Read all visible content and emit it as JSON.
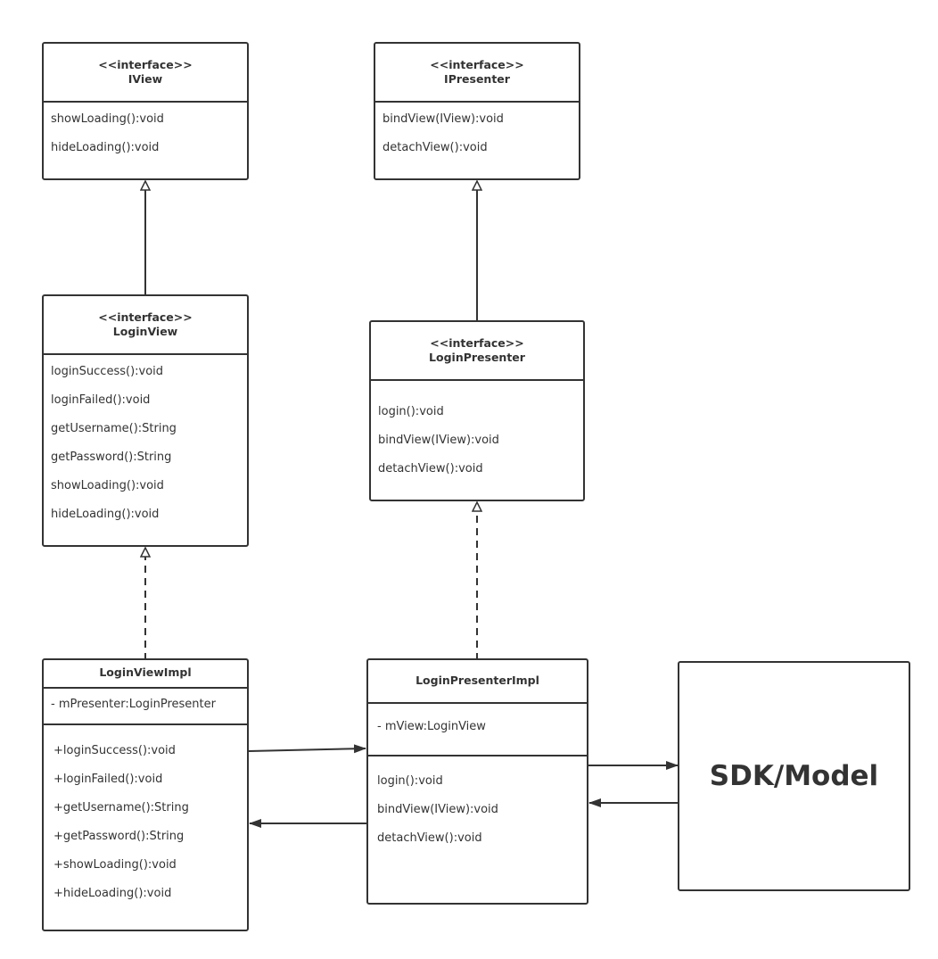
{
  "diagram": {
    "classes": [
      {
        "id": "iview",
        "stereotype": "<<interface>>",
        "name": "IView",
        "attributes": [],
        "methods": [
          "showLoading():void",
          "hideLoading():void"
        ]
      },
      {
        "id": "ipresenter",
        "stereotype": "<<interface>>",
        "name": "IPresenter",
        "attributes": [],
        "methods": [
          "bindView(IView):void",
          "detachView():void"
        ]
      },
      {
        "id": "loginview",
        "stereotype": "<<interface>>",
        "name": "LoginView",
        "attributes": [],
        "methods": [
          "loginSuccess():void",
          "loginFailed():void",
          "getUsername():String",
          "getPassword():String",
          "showLoading():void",
          "hideLoading():void"
        ]
      },
      {
        "id": "loginpresenter",
        "stereotype": "<<interface>>",
        "name": "LoginPresenter",
        "attributes": [],
        "methods": [
          "login():void",
          "bindView(IView):void",
          "detachView():void"
        ]
      },
      {
        "id": "loginviewimpl",
        "stereotype": "",
        "name": "LoginViewImpl",
        "attributes": [
          "- mPresenter:LoginPresenter"
        ],
        "methods": [
          "+loginSuccess():void",
          "+loginFailed():void",
          "+getUsername():String",
          "+getPassword():String",
          "+showLoading():void",
          "+hideLoading():void"
        ]
      },
      {
        "id": "loginpresenterimpl",
        "stereotype": "",
        "name": "LoginPresenterImpl",
        "attributes": [
          "- mView:LoginView"
        ],
        "methods": [
          "login():void",
          "bindView(IView):void",
          "detachView():void"
        ]
      }
    ],
    "model_box": {
      "label": "SDK/Model"
    },
    "relations": [
      {
        "from": "loginview",
        "to": "iview",
        "kind": "generalization"
      },
      {
        "from": "loginpresenter",
        "to": "ipresenter",
        "kind": "generalization"
      },
      {
        "from": "loginviewimpl",
        "to": "loginview",
        "kind": "realization"
      },
      {
        "from": "loginpresenterimpl",
        "to": "loginpresenter",
        "kind": "realization"
      },
      {
        "from": "loginviewimpl",
        "to": "loginpresenterimpl",
        "kind": "association"
      },
      {
        "from": "loginpresenterimpl",
        "to": "loginviewimpl",
        "kind": "association"
      },
      {
        "from": "loginpresenterimpl",
        "to": "model",
        "kind": "association"
      },
      {
        "from": "model",
        "to": "loginpresenterimpl",
        "kind": "association"
      }
    ],
    "colors": {
      "stroke": "#333333",
      "background": "#ffffff"
    }
  }
}
